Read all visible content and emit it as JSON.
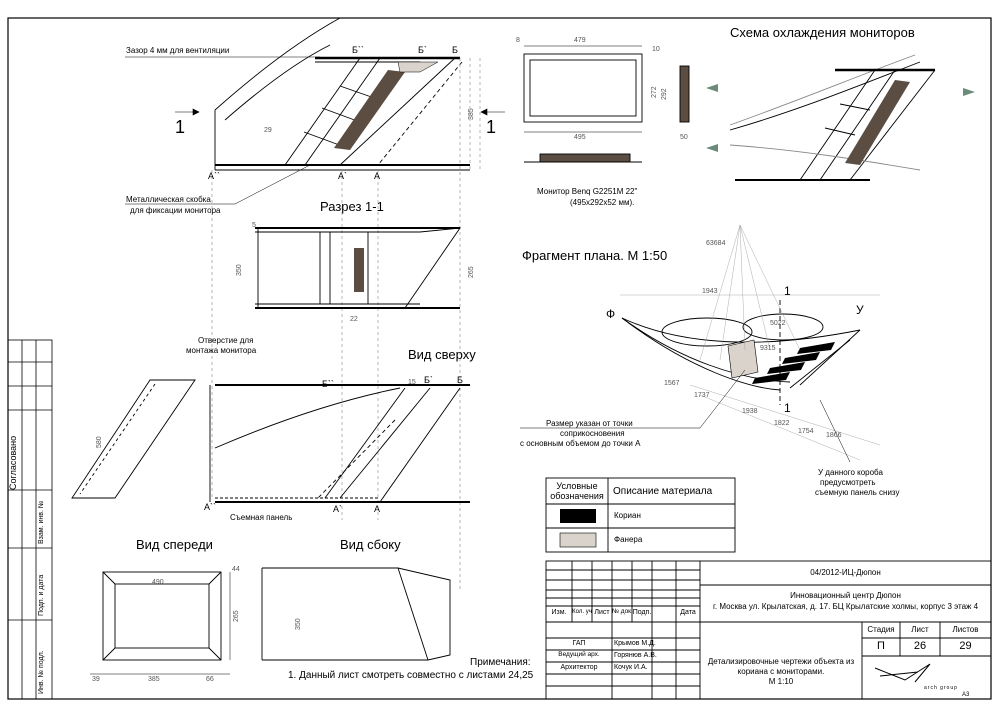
{
  "drawing": {
    "annotations": {
      "gap_note": "Зазор 4 мм для вентиляции",
      "bracket_note_1": "Металлическая скобка",
      "bracket_note_2": "для фиксации монитора",
      "hole_note_1": "Отверстие для",
      "hole_note_2": "монтажа монитора",
      "panel_note": "Съемная панель",
      "monitor_note_1": "Монитор Benq G2251M 22\"",
      "monitor_note_2": "(495х292х52 мм).",
      "size_note_1": "Размер указан от точки",
      "size_note_2": "соприкосновения",
      "size_note_3": "с основным объемом до точки А",
      "box_note_1": "У данного короба",
      "box_note_2": "предусмотреть",
      "box_note_3": "съемную панель снизу",
      "section_mark": "1"
    },
    "views": {
      "section": "Разрез 1-1",
      "top": "Вид сверху",
      "front": "Вид спереди",
      "side": "Вид сбоку",
      "cooling": "Схема охлаждения мониторов",
      "plan": "Фрагмент плана. М 1:50"
    },
    "points": {
      "a2": "А``",
      "a1": "А`",
      "a": "А",
      "b2": "Б``",
      "b1": "Б`",
      "b": "Б",
      "phi": "Ф",
      "u": "У"
    },
    "dimensions": {
      "d490": "490",
      "d385": "385",
      "d350": "350",
      "d265": "265",
      "d44": "44",
      "d39": "39",
      "d66": "66",
      "d479": "479",
      "d495": "495",
      "d272": "272",
      "d292": "292",
      "d8": "8",
      "d10": "10",
      "d50": "50",
      "d22": "22",
      "d580": "580",
      "d15": "15",
      "d5": "5",
      "d29": "29",
      "d1943": "1943",
      "d1567": "1567",
      "d1737": "1737",
      "d1938": "1938",
      "d1822": "1822",
      "d1754": "1754",
      "d1866": "1866",
      "d5022": "5022",
      "d9315": "9315",
      "d63684": "63684"
    }
  },
  "legend": {
    "header_symbols_1": "Условные",
    "header_symbols_2": "обозначения",
    "header_desc": "Описание материала",
    "rows": [
      {
        "name": "Кориан",
        "color": "#000000"
      },
      {
        "name": "Фанера",
        "color": "#d9d3cc"
      }
    ]
  },
  "notes": {
    "title": "Примечания:",
    "items": [
      "1. Данный лист смотреть совместно с листами 24,25"
    ]
  },
  "side_stamp": {
    "agreed": "Согласовано",
    "swap_inv": "Взам. инв. №",
    "sign_date": "Подп. и дата",
    "inv_orig": "Инв. № подл."
  },
  "title_block": {
    "code": "04/2012-ИЦ-Дюпон",
    "object_1": "Инновационный центр Дюпон",
    "object_2": "г. Москва ул. Крылатская, д. 17. БЦ Крылатские холмы, корпус 3 этаж 4",
    "cols": [
      "Изм.",
      "Кол. уч",
      "Лист",
      "№ док.",
      "Подп.",
      "Дата"
    ],
    "people": [
      {
        "role": "ГАП",
        "name": "Крымов М.Д."
      },
      {
        "role": "Ведущий арх.",
        "name": "Горянюв А.В."
      },
      {
        "role": "Архитектор",
        "name": "Кочук И.А."
      }
    ],
    "stage_label": "Стадия",
    "sheet_label": "Лист",
    "sheets_label": "Листов",
    "stage": "П",
    "sheet": "26",
    "sheets": "29",
    "description_1": "Детализировочные чертежи объекта из",
    "description_2": "кориана с мониторами.",
    "scale": "М 1:10",
    "logo_text": "arch group",
    "format": "А3"
  }
}
